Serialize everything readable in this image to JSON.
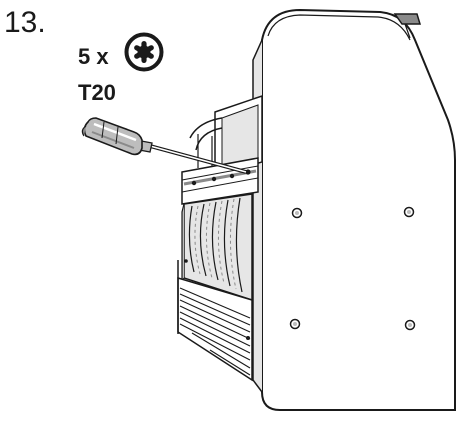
{
  "step": {
    "number": "13."
  },
  "fastener_spec": {
    "quantity": "5 x",
    "bit_size": "T20",
    "icon": "torx-star-icon"
  },
  "colors": {
    "line": "#1a1a1a",
    "shade_light": "#e6e6e6",
    "shade_mid": "#bdbdbd",
    "shade_dark": "#8a8a8a"
  }
}
